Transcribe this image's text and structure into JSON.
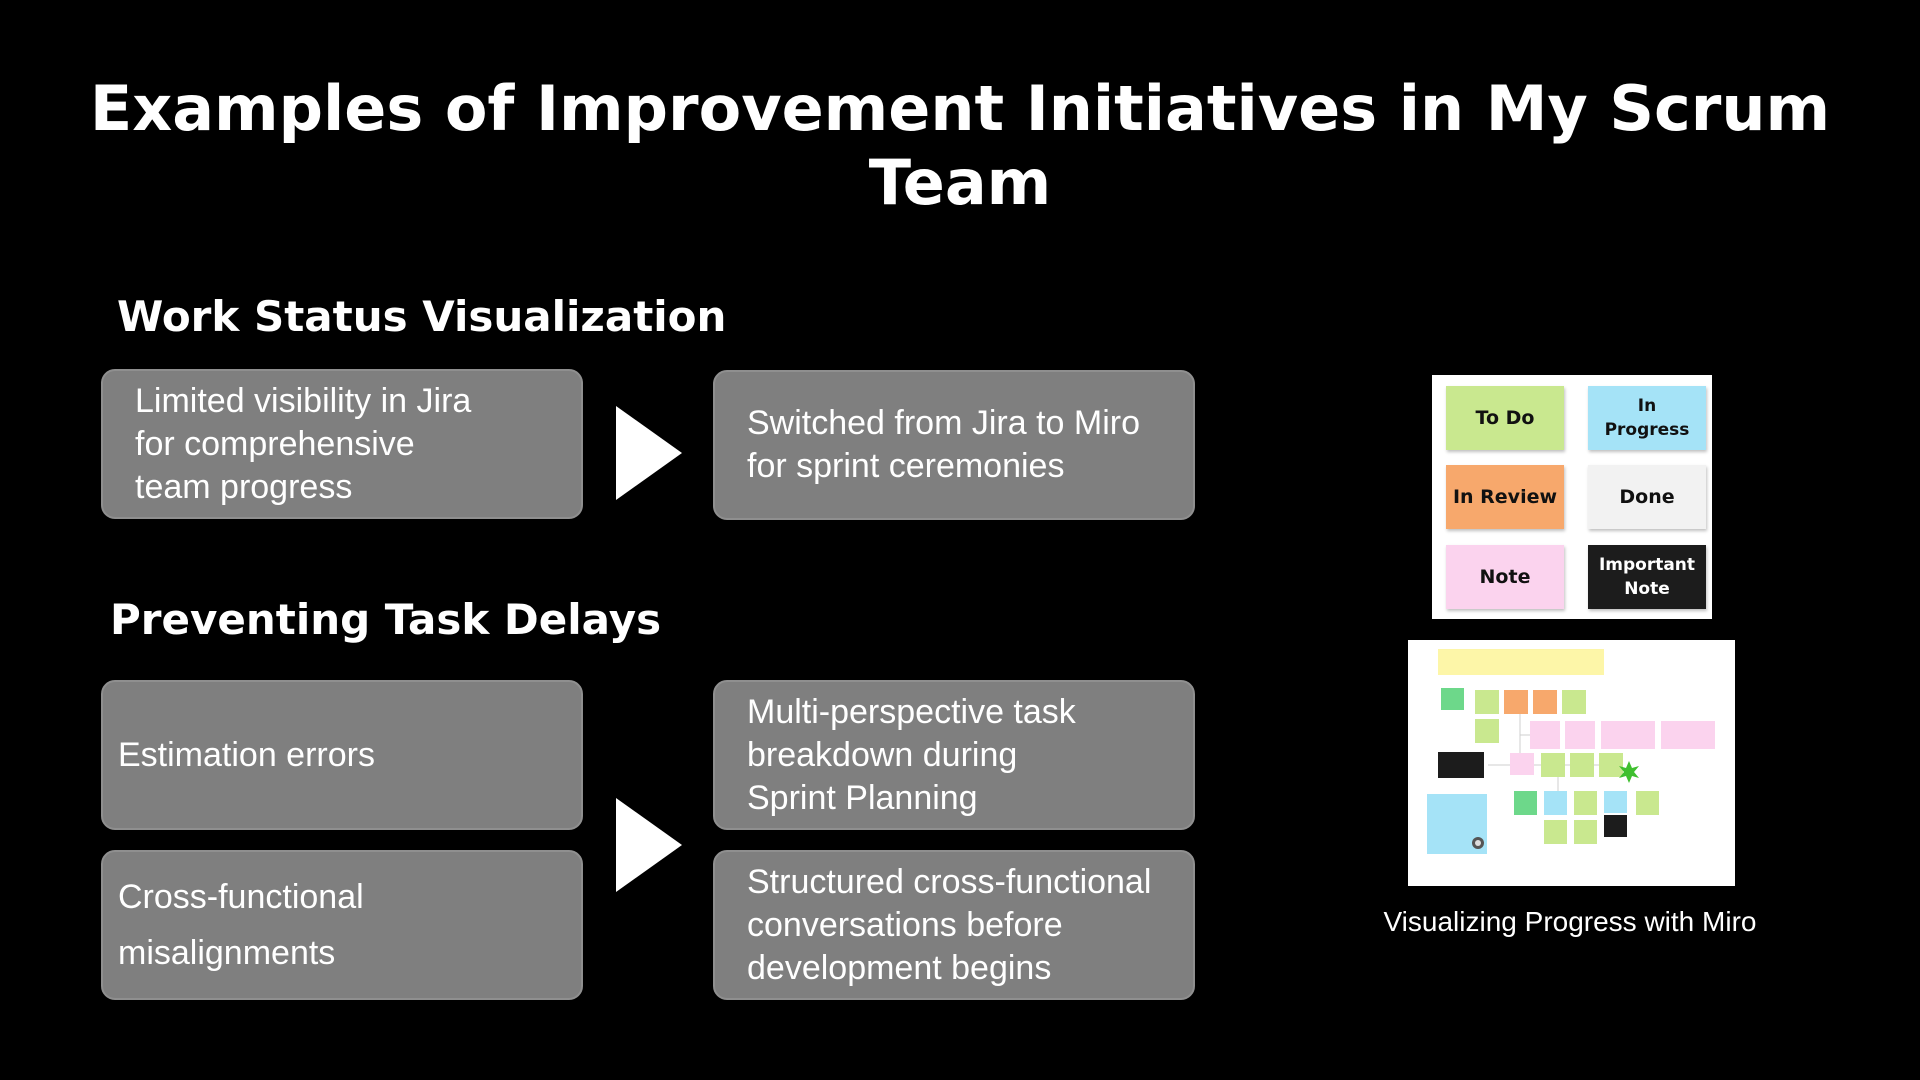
{
  "slide": {
    "title": "Examples of Improvement Initiatives in My Scrum\nTeam"
  },
  "sections": [
    {
      "heading": "Work Status Visualization",
      "problems": [
        "Limited visibility in Jira\nfor comprehensive\nteam progress"
      ],
      "solutions": [
        "Switched from Jira to Miro\nfor sprint ceremonies"
      ]
    },
    {
      "heading": "Preventing Task Delays",
      "problems": [
        "Estimation errors",
        "Cross-functional\nmisalignments"
      ],
      "solutions": [
        "Multi-perspective task\nbreakdown during\nSprint Planning",
        "Structured cross-functional\nconversations before\ndevelopment begins"
      ]
    }
  ],
  "legend": {
    "items": [
      {
        "label": "To Do",
        "color": "#c9e88f"
      },
      {
        "label": "In\nProgress",
        "color": "#a5e3f7"
      },
      {
        "label": "In Review",
        "color": "#f7a86c"
      },
      {
        "label": "Done",
        "color": "#f2f2f2"
      },
      {
        "label": "Note",
        "color": "#fbd3ee"
      },
      {
        "label": "Important\nNote",
        "color": "#1c1c1c"
      }
    ]
  },
  "board_image": {
    "caption": "Visualizing Progress with Miro"
  },
  "colors": {
    "background": "#000000",
    "box_fill": "#7f7f7f",
    "text": "#ffffff",
    "sticky_green": "#c9e88f",
    "sticky_blue": "#a5e3f7",
    "sticky_orange": "#f7a86c",
    "sticky_pink": "#fbd3ee",
    "sticky_yellow": "#fdf6a8",
    "sticky_dark": "#1c1c1c",
    "sticky_bright_green": "#6dd88a"
  },
  "icons": [
    "arrow-right-icon",
    "arrow-right-icon"
  ]
}
